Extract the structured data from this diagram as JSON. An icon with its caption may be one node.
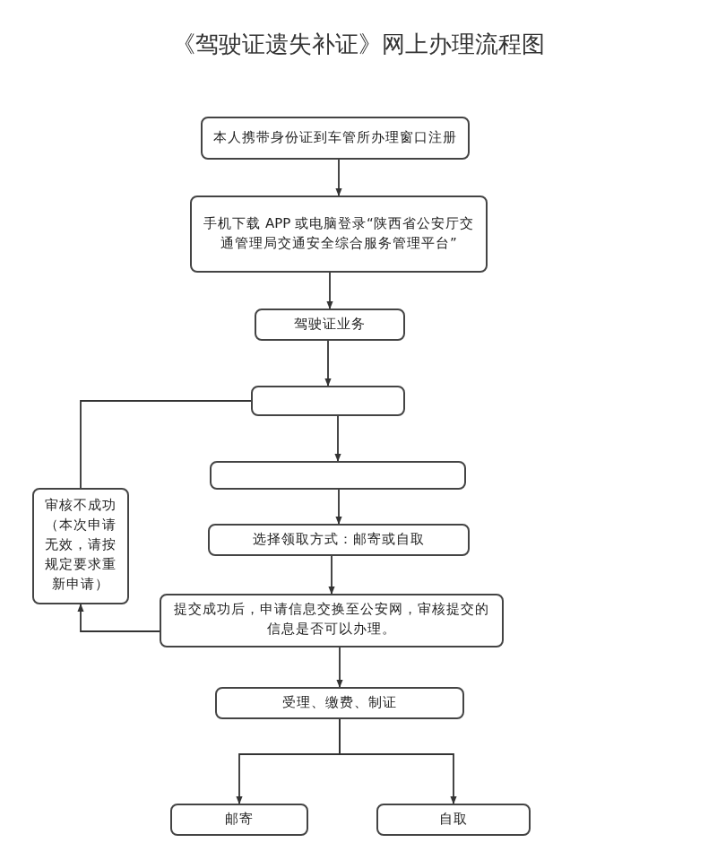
{
  "diagram": {
    "title": "《驾驶证遗失补证》网上办理流程图",
    "nodes": [
      {
        "text": [
          "本人携带身份证到车管所办理窗口注册"
        ]
      },
      {
        "text": [
          "手机下载 APP 或电脑登录“陕西省公安厅交通管理局交通安全综合服务管理平台”"
        ]
      },
      {
        "text": [
          "驾驶证业务"
        ]
      },
      {
        "text": [],
        "shape": "box"
      },
      {
        "text": [],
        "shape": "box"
      },
      {
        "text": [
          "审核不成功",
          "（本次申请无效，请按规定要求重新申请）"
        ]
      },
      {
        "text": [
          "选择领取方式：邮寄或自取"
        ]
      },
      {
        "text": [
          "提交成功后，申请信息交换至公安网，审核提交的信息是否可以办理。"
        ]
      },
      {
        "text": [
          "受理、缴费、制证"
        ]
      },
      {
        "text": [
          "邮寄"
        ]
      },
      {
        "text": [
          "自取"
        ]
      }
    ],
    "edges": [
      {
        "from": 0,
        "to": 1,
        "arrow": "to"
      },
      {
        "from": 1,
        "to": 2,
        "arrow": "to"
      },
      {
        "from": 2,
        "to": 3,
        "arrow": "to"
      },
      {
        "from": 3,
        "to": 4,
        "arrow": "to"
      },
      {
        "from": 4,
        "to": 6,
        "arrow": "to"
      },
      {
        "from": 6,
        "to": 7,
        "arrow": "to"
      },
      {
        "from": 7,
        "to": 5,
        "arrow": "to"
      },
      {
        "from": 5,
        "to": 3,
        "arrow": "none"
      },
      {
        "from": 7,
        "to": 8,
        "arrow": "to"
      },
      {
        "from": 8,
        "to": 9,
        "arrow": "to"
      },
      {
        "from": 8,
        "to": 10,
        "arrow": "to"
      }
    ]
  }
}
